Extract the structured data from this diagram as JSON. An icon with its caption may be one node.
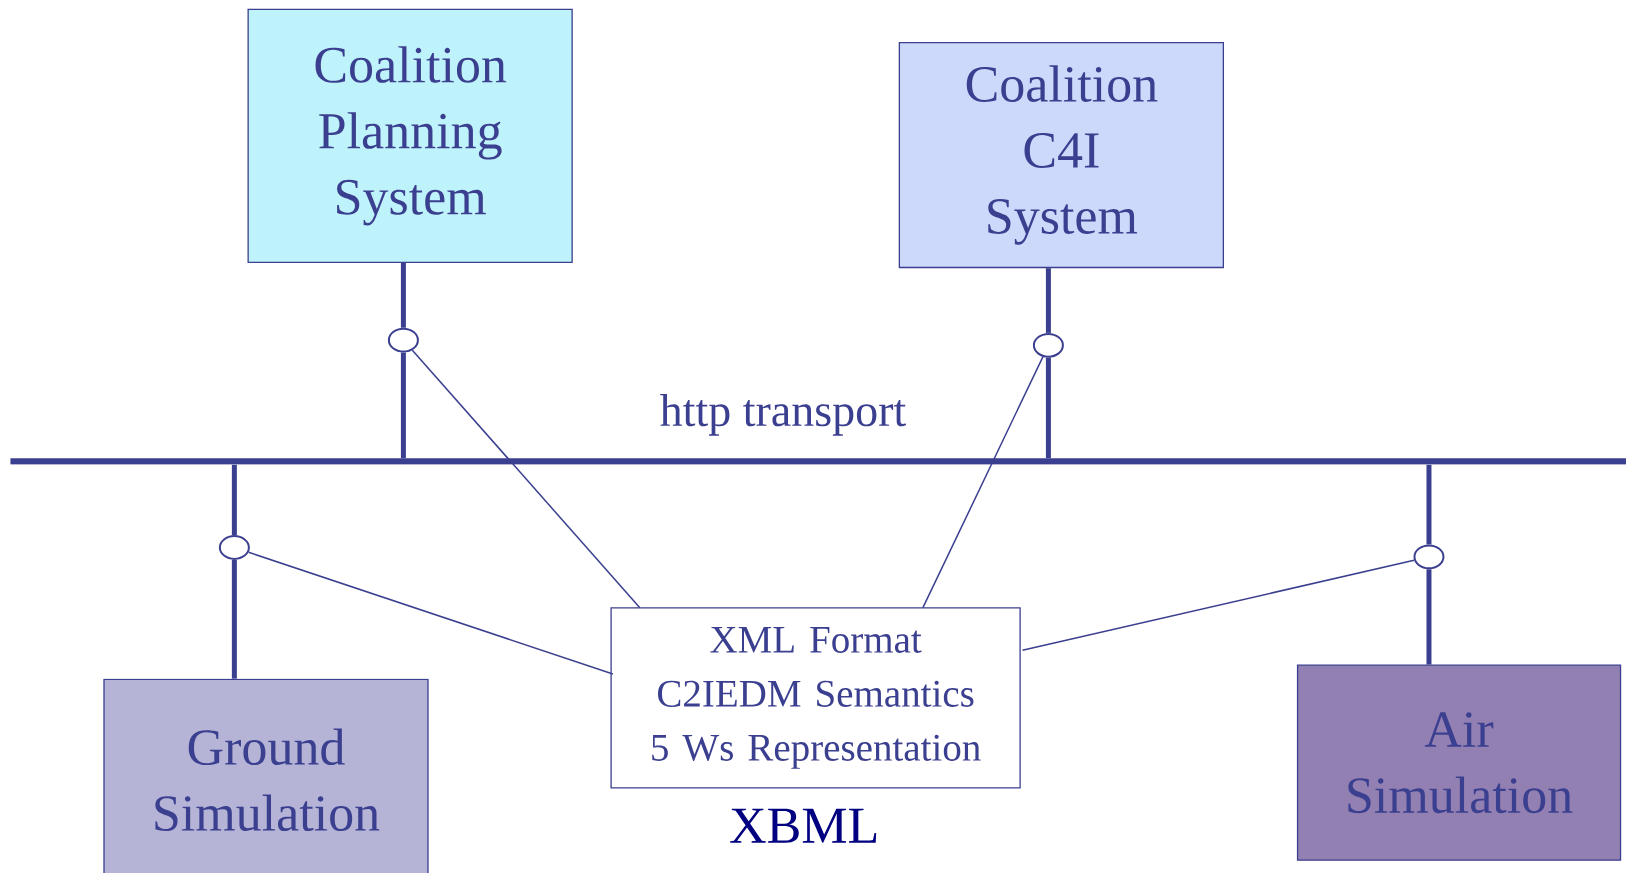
{
  "diagram": {
    "nodes": [
      {
        "text": [
          "Coalition Planning System"
        ]
      },
      {
        "text": [
          "Coalition C4I System"
        ]
      },
      {
        "text": [],
        "shape": "circle"
      },
      {
        "text": [],
        "shape": "circle"
      },
      {
        "text": [],
        "shape": "bar"
      },
      {
        "text": [],
        "shape": "circle"
      },
      {
        "text": [],
        "shape": "circle"
      },
      {
        "text": [
          "XML Format",
          "C2IEDM Semantics",
          "5 Ws Representation"
        ],
        "beside": [
          "XBML"
        ]
      },
      {
        "text": [
          "Ground Simulation"
        ]
      },
      {
        "text": [
          "Air Simulation"
        ]
      }
    ],
    "edges": [
      {
        "from": 0,
        "to": 2,
        "arrow": "none"
      },
      {
        "from": 2,
        "to": 4,
        "arrow": "none"
      },
      {
        "from": 1,
        "to": 3,
        "arrow": "none"
      },
      {
        "from": 3,
        "to": 4,
        "arrow": "none"
      },
      {
        "from": 4,
        "to": 5,
        "arrow": "none"
      },
      {
        "from": 5,
        "to": 8,
        "arrow": "none"
      },
      {
        "from": 4,
        "to": 6,
        "arrow": "none"
      },
      {
        "from": 6,
        "to": 9,
        "arrow": "none"
      },
      {
        "from": 2,
        "to": 7,
        "arrow": "none"
      },
      {
        "from": 3,
        "to": 7,
        "arrow": "none"
      },
      {
        "from": 5,
        "to": 7,
        "arrow": "none"
      },
      {
        "from": 6,
        "to": 7,
        "arrow": "none"
      }
    ],
    "labels": [
      "http transport"
    ]
  }
}
